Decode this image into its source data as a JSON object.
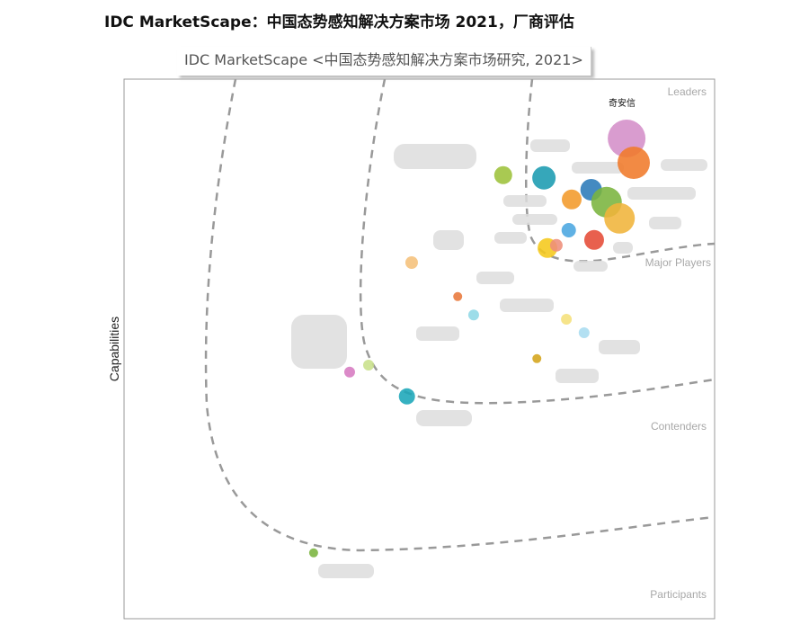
{
  "chart_data": {
    "type": "scatter",
    "title": "IDC MarketScape：中国态势感知解决方案市场 2021，厂商评估",
    "subtitle": "IDC MarketScape <中国态势感知解决方案市场研究, 2021>",
    "xlabel": "",
    "ylabel": "Capabilities",
    "xlim": [
      0,
      100
    ],
    "ylim": [
      0,
      100
    ],
    "grid": false,
    "zones": [
      "Leaders",
      "Major Players",
      "Contenders",
      "Participants"
    ],
    "points": [
      {
        "label": "奇安信",
        "x": 85.1,
        "y": 89.0,
        "size": 21,
        "color": "#d48ec8"
      },
      {
        "label": "",
        "x": 86.3,
        "y": 84.5,
        "size": 18,
        "color": "#f07a2a"
      },
      {
        "label": "",
        "x": 71.1,
        "y": 81.7,
        "size": 13,
        "color": "#1a9bb0"
      },
      {
        "label": "",
        "x": 64.2,
        "y": 82.2,
        "size": 10,
        "color": "#9dc13a"
      },
      {
        "label": "",
        "x": 79.1,
        "y": 79.5,
        "size": 12,
        "color": "#2a7ab8"
      },
      {
        "label": "",
        "x": 75.8,
        "y": 77.7,
        "size": 11,
        "color": "#f39a2a"
      },
      {
        "label": "",
        "x": 81.7,
        "y": 77.2,
        "size": 17,
        "color": "#7ab43e"
      },
      {
        "label": "",
        "x": 83.9,
        "y": 74.2,
        "size": 17,
        "color": "#f0b43a"
      },
      {
        "label": "",
        "x": 75.3,
        "y": 72.0,
        "size": 8,
        "color": "#4aa6e0"
      },
      {
        "label": "",
        "x": 79.6,
        "y": 70.2,
        "size": 11,
        "color": "#e54a35"
      },
      {
        "label": "",
        "x": 71.7,
        "y": 68.7,
        "size": 11,
        "color": "#f5c81a"
      },
      {
        "label": "",
        "x": 73.2,
        "y": 69.2,
        "size": 7,
        "color": "#ee8e7a"
      },
      {
        "label": "",
        "x": 48.7,
        "y": 66.0,
        "size": 7,
        "color": "#f5c07a"
      },
      {
        "label": "",
        "x": 56.5,
        "y": 59.7,
        "size": 5,
        "color": "#e8773a"
      },
      {
        "label": "",
        "x": 59.2,
        "y": 56.3,
        "size": 6,
        "color": "#8fd8e6"
      },
      {
        "label": "",
        "x": 74.9,
        "y": 55.5,
        "size": 6,
        "color": "#f5e07a"
      },
      {
        "label": "",
        "x": 77.9,
        "y": 53.0,
        "size": 6,
        "color": "#a8dcf0"
      },
      {
        "label": "",
        "x": 69.9,
        "y": 48.2,
        "size": 5,
        "color": "#d4a41a"
      },
      {
        "label": "",
        "x": 41.4,
        "y": 47.0,
        "size": 6,
        "color": "#c8e08a"
      },
      {
        "label": "",
        "x": 38.2,
        "y": 45.7,
        "size": 6,
        "color": "#d67ac0"
      },
      {
        "label": "",
        "x": 47.9,
        "y": 41.2,
        "size": 9,
        "color": "#1aa6b8"
      },
      {
        "label": "",
        "x": 32.1,
        "y": 12.2,
        "size": 5,
        "color": "#7ab43e"
      }
    ]
  }
}
